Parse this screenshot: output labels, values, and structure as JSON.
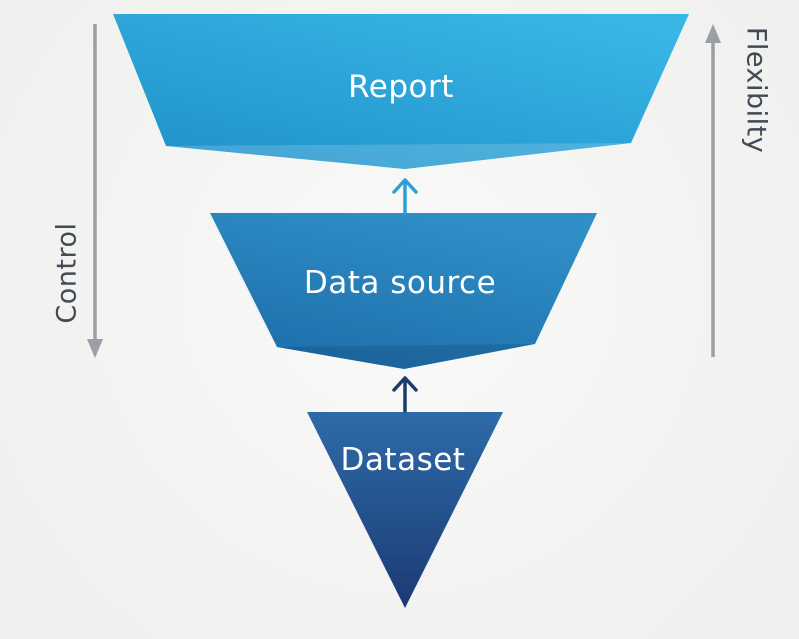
{
  "funnel": {
    "layers": [
      {
        "id": "report",
        "label": "Report"
      },
      {
        "id": "data-source",
        "label": "Data source"
      },
      {
        "id": "dataset",
        "label": "Dataset"
      }
    ],
    "flow_arrows": [
      {
        "from": "data-source",
        "to": "report",
        "direction": "up"
      },
      {
        "from": "dataset",
        "to": "data-source",
        "direction": "up"
      }
    ],
    "axes": {
      "left": {
        "label": "Control",
        "arrow_direction": "down"
      },
      "right": {
        "label": "Flexibilty",
        "arrow_direction": "up"
      }
    }
  },
  "colors": {
    "report_gradient_dark": "#1e90c8",
    "report_gradient_light": "#3ab6e6",
    "report_flap_highlight": "rgba(255,255,255,0.16)",
    "datasource_gradient_dark": "#1d6ca8",
    "datasource_gradient_light": "#2f8fc6",
    "datasource_flap_shade": "rgba(6,20,60,0.14)",
    "dataset_gradient_top": "#2e6ba8",
    "dataset_gradient_bottom": "#1b3a74",
    "arrow_light": "#2d9fd4",
    "arrow_dark": "#1c3a6d",
    "axis_arrow": "#9aa0a6",
    "axis_label": "#414b55",
    "layer_label": "#ffffff",
    "background": "#f3f3f1"
  }
}
